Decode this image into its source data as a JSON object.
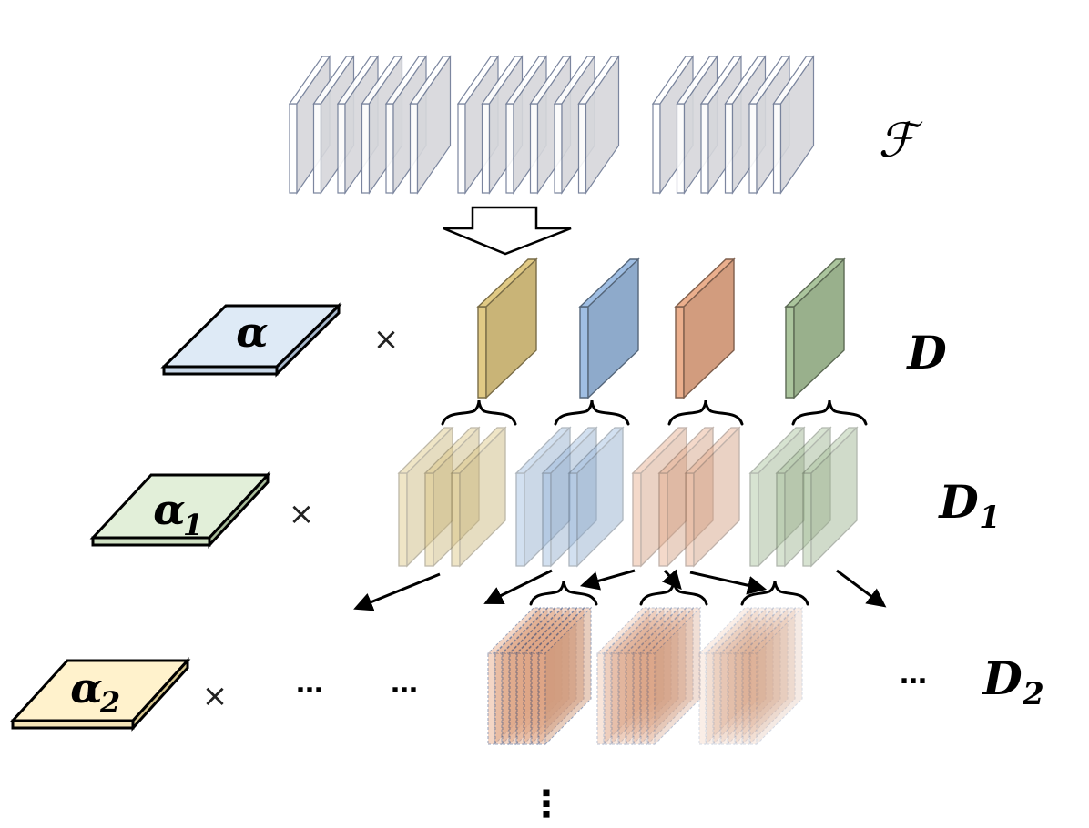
{
  "labels": {
    "F": "ℱ",
    "D": "D",
    "D1_base": "D",
    "D1_sub": "1",
    "D2_base": "D",
    "D2_sub": "2"
  },
  "coefficients": {
    "alpha": {
      "base": "α",
      "sub": "",
      "color": "#deeaf6"
    },
    "alpha1": {
      "base": "α",
      "sub": "1",
      "color": "#e2efd9"
    },
    "alpha2": {
      "base": "α",
      "sub": "2",
      "color": "#fff2cc"
    }
  },
  "operators": {
    "times": "×"
  },
  "ellipsis": {
    "h": "…",
    "v": "⋮"
  },
  "colors": {
    "yellow": "#c9b477",
    "blue": "#8eaacb",
    "orange": "#d29c7e",
    "green": "#99b08c",
    "gray": "#d6d7db",
    "outline_blue": "#2f4476"
  }
}
